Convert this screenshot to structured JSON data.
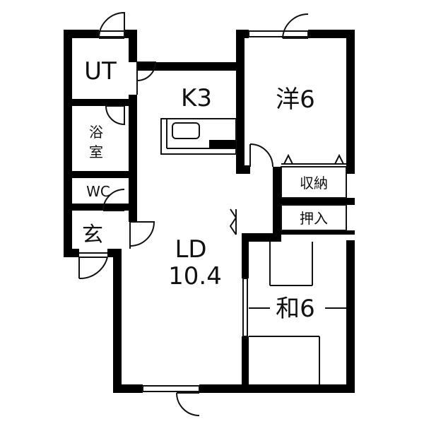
{
  "rooms": {
    "ut": "UT",
    "bath_line1": "浴",
    "bath_line2": "室",
    "wc": "WC",
    "entrance": "玄",
    "kitchen": "K3",
    "western": "洋6",
    "storage": "収納",
    "closet": "押入",
    "ld_name": "LD",
    "ld_size": "10.4",
    "japanese": "和6"
  },
  "colors": {
    "wall": "#000000",
    "line": "#111111",
    "background": "#ffffff"
  }
}
